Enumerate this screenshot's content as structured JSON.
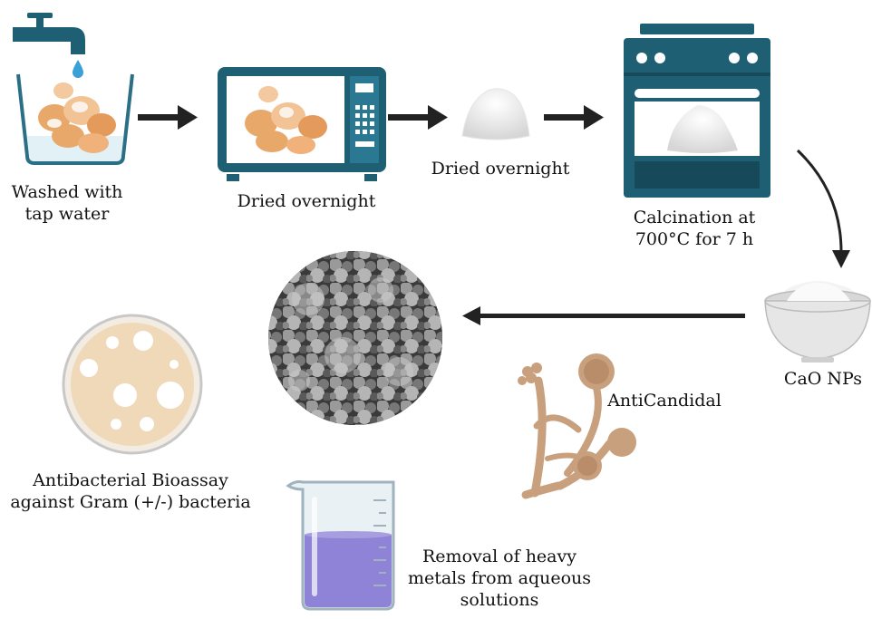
{
  "steps": {
    "wash": {
      "line1": "Washed with",
      "line2": "tap water"
    },
    "microwave": {
      "label": "Dried overnight"
    },
    "powder": {
      "label": "Dried overnight"
    },
    "oven": {
      "line1": "Calcination at",
      "line2": "700°C for 7 h"
    },
    "product": {
      "label": "CaO NPs"
    }
  },
  "applications": {
    "antibacterial": {
      "line1": "Antibacterial Bioassay",
      "line2": "against Gram (+/-) bacteria"
    },
    "anticandidal": {
      "label": "AntiCandidal"
    },
    "heavy_metals": {
      "line1": "Removal of heavy",
      "line2": "metals from aqueous",
      "line3": "solutions"
    }
  },
  "colors": {
    "teal": "#1f5f73",
    "arrow": "#222222",
    "eggshell": "#e8a86a",
    "dish": "#efd9b8",
    "candida": "#c9a07e",
    "liquid": "#8e83d6"
  },
  "icons": [
    "faucet-icon",
    "water-drop-icon",
    "eggshell-basin-icon",
    "microwave-icon",
    "powder-pile-icon",
    "oven-icon",
    "bowl-icon",
    "sem-image-icon",
    "petri-dish-icon",
    "candida-icon",
    "beaker-icon"
  ]
}
